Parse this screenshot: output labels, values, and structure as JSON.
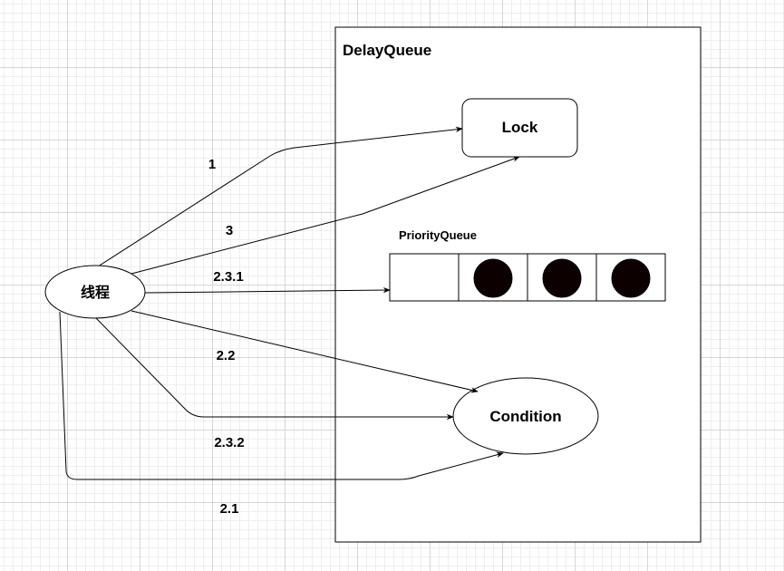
{
  "container": {
    "title": "DelayQueue"
  },
  "nodes": {
    "thread": "线程",
    "lock": "Lock",
    "priority_queue": "PriorityQueue",
    "condition": "Condition"
  },
  "priority_queue_slots": [
    {
      "filled": false
    },
    {
      "filled": true
    },
    {
      "filled": true
    },
    {
      "filled": true
    }
  ],
  "edges": [
    {
      "id": "1",
      "label": "1",
      "target": "Lock"
    },
    {
      "id": "3",
      "label": "3",
      "target": "Lock"
    },
    {
      "id": "2-3-1",
      "label": "2.3.1",
      "target": "PriorityQueue"
    },
    {
      "id": "2-2",
      "label": "2.2",
      "target": "Condition"
    },
    {
      "id": "2-3-2",
      "label": "2.3.2",
      "target": "Condition"
    },
    {
      "id": "2-1",
      "label": "2.1",
      "target": "Condition"
    }
  ],
  "colors": {
    "stroke": "#000000",
    "fill": "#ffffff",
    "dot": "#0d0000"
  }
}
